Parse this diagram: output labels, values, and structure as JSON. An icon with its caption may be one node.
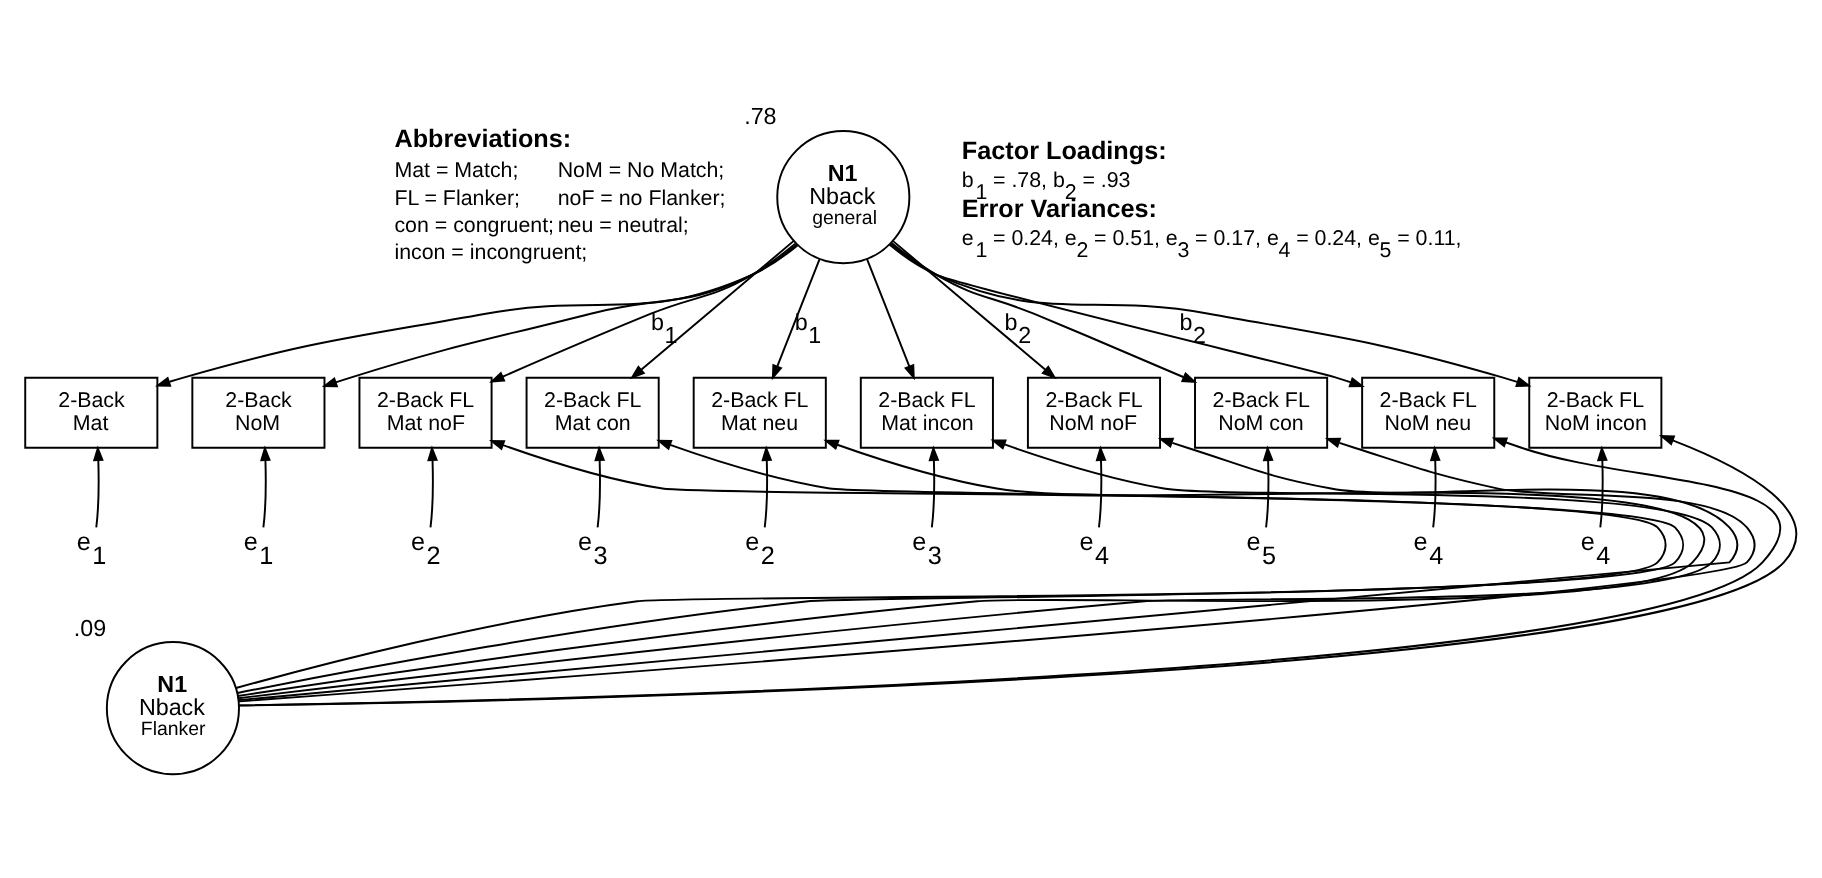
{
  "diagram": {
    "nodes": [
      {
        "text": [
          "N1",
          "Nback",
          "general"
        ],
        "beside": [
          ".78"
        ]
      },
      {
        "text": [
          "2-Back Mat"
        ]
      },
      {
        "text": [
          "2-Back NoM"
        ]
      },
      {
        "text": [
          "2-Back FL Mat noF"
        ]
      },
      {
        "text": [
          "2-Back FL Mat con"
        ]
      },
      {
        "text": [
          "2-Back FL Mat neu"
        ]
      },
      {
        "text": [
          "2-Back FL Mat incon"
        ]
      },
      {
        "text": [
          "2-Back FL NoM noF"
        ]
      },
      {
        "text": [
          "2-Back FL NoM con"
        ]
      },
      {
        "text": [
          "2-Back FL NoM neu"
        ]
      },
      {
        "text": [
          "2-Back FL NoM incon"
        ]
      },
      {
        "text": [
          "N1",
          "Nback",
          "Flanker"
        ],
        "beside": [
          ".09"
        ]
      },
      {
        "text": [
          "e$_{1}$"
        ]
      },
      {
        "text": [
          "e$_{1}$"
        ]
      },
      {
        "text": [
          "e$_{2}$"
        ]
      },
      {
        "text": [
          "e$_{3}$"
        ]
      },
      {
        "text": [
          "e$_{2}$"
        ]
      },
      {
        "text": [
          "e$_{3}$"
        ]
      },
      {
        "text": [
          "e$_{4}$"
        ]
      },
      {
        "text": [
          "e$_{5}$"
        ]
      },
      {
        "text": [
          "e$_{4}$"
        ]
      },
      {
        "text": [
          "e$_{4}$"
        ]
      }
    ],
    "edges": [
      {
        "from": 0,
        "to": 1,
        "arrow": "to"
      },
      {
        "from": 0,
        "to": 2,
        "arrow": "to"
      },
      {
        "from": 0,
        "to": 3,
        "arrow": "to",
        "label": "b$_{1}$"
      },
      {
        "from": 0,
        "to": 4,
        "arrow": "to"
      },
      {
        "from": 0,
        "to": 5,
        "arrow": "to",
        "label": "b$_{1}$"
      },
      {
        "from": 0,
        "to": 6,
        "arrow": "to"
      },
      {
        "from": 0,
        "to": 7,
        "arrow": "to",
        "label": "b$_{2}$"
      },
      {
        "from": 0,
        "to": 8,
        "arrow": "to"
      },
      {
        "from": 0,
        "to": 9,
        "arrow": "to",
        "label": "b$_{2}$"
      },
      {
        "from": 0,
        "to": 10,
        "arrow": "to"
      },
      {
        "from": 11,
        "to": 3,
        "arrow": "to"
      },
      {
        "from": 11,
        "to": 4,
        "arrow": "to"
      },
      {
        "from": 11,
        "to": 5,
        "arrow": "to"
      },
      {
        "from": 11,
        "to": 6,
        "arrow": "to"
      },
      {
        "from": 11,
        "to": 7,
        "arrow": "to"
      },
      {
        "from": 11,
        "to": 8,
        "arrow": "to"
      },
      {
        "from": 11,
        "to": 9,
        "arrow": "to"
      },
      {
        "from": 11,
        "to": 10,
        "arrow": "to"
      },
      {
        "from": 12,
        "to": 1,
        "arrow": "to"
      },
      {
        "from": 13,
        "to": 2,
        "arrow": "to"
      },
      {
        "from": 14,
        "to": 3,
        "arrow": "to"
      },
      {
        "from": 15,
        "to": 4,
        "arrow": "to"
      },
      {
        "from": 16,
        "to": 5,
        "arrow": "to"
      },
      {
        "from": 17,
        "to": 6,
        "arrow": "to"
      },
      {
        "from": 18,
        "to": 7,
        "arrow": "to"
      },
      {
        "from": 19,
        "to": 8,
        "arrow": "to"
      },
      {
        "from": 20,
        "to": 9,
        "arrow": "to"
      },
      {
        "from": 21,
        "to": 10,
        "arrow": "to"
      }
    ],
    "labels": [
      "Abbreviations:",
      "Mat = Match;",
      "NoM = No Match;",
      "FL = Flanker;",
      "noF = no Flanker;",
      "con = congruent;",
      "neu = neutral;",
      "incon = incongruent;",
      "Factor Loadings:",
      "b$_{1}$ = .78, b$_{2}$ = .93",
      "Error Variances:",
      "e$_{1}$ = 0.24, e$_{2}$ = 0.51, e$_{3}$ = 0.17, e$_{4}$ = 0.24, e$_{5}$ = 0.11,"
    ]
  }
}
